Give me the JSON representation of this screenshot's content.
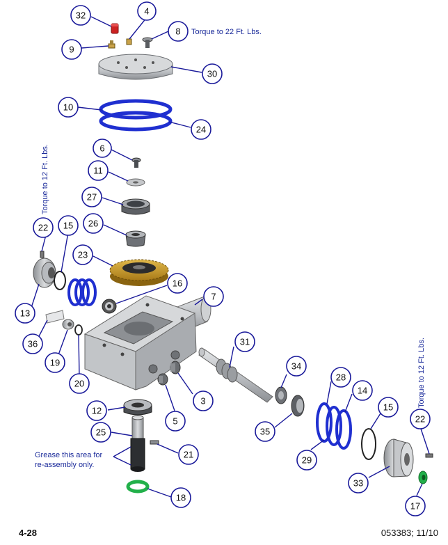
{
  "notes": {
    "torque_top": "Torque to 22 Ft. Lbs.",
    "torque_left": "Torque to 12 Ft. Lbs.",
    "torque_right": "Torque to 12 Ft. Lbs.",
    "grease_line1": "Grease this area for",
    "grease_line2": "re-assembly only."
  },
  "callouts": {
    "c32": "32",
    "c4": "4",
    "c8": "8",
    "c9": "9",
    "c30": "30",
    "c10": "10",
    "c24": "24",
    "c6": "6",
    "c11": "11",
    "c27": "27",
    "c26": "26",
    "c22a": "22",
    "c15a": "15",
    "c23": "23",
    "c16": "16",
    "c7": "7",
    "c13": "13",
    "c36": "36",
    "c19": "19",
    "c20": "20",
    "c31": "31",
    "c34": "34",
    "c28": "28",
    "c14": "14",
    "c15b": "15",
    "c22b": "22",
    "c3": "3",
    "c12": "12",
    "c5": "5",
    "c35": "35",
    "c25": "25",
    "c21": "21",
    "c29": "29",
    "c33": "33",
    "c18": "18",
    "c17": "17"
  },
  "footer": {
    "page_number": "4-28",
    "doc_id": "053383; 11/10"
  },
  "colors": {
    "callout_stroke": "#1a1a9a",
    "gasket_blue": "#1f2fd0",
    "bronze_gear": "#c89a2a",
    "green_seal": "#22b04a",
    "red_plug": "#cc2222",
    "metal_gray": "#b9bcc0"
  }
}
